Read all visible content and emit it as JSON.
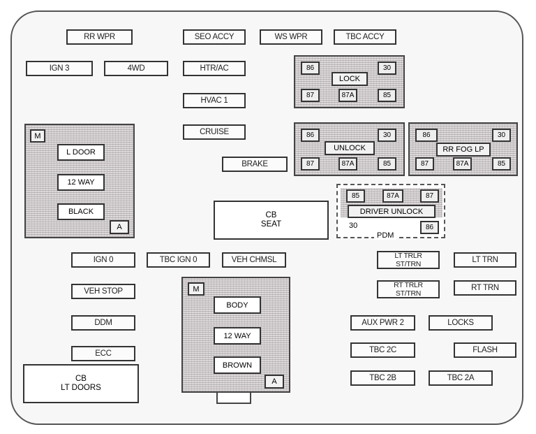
{
  "fuses": {
    "rr_wpr": "RR WPR",
    "seo_accy": "SEO ACCY",
    "ws_wpr": "WS WPR",
    "tbc_accy": "TBC ACCY",
    "ign3": "IGN 3",
    "fourwd": "4WD",
    "htr_ac": "HTR/AC",
    "hvac1": "HVAC 1",
    "cruise": "CRUISE",
    "brake": "BRAKE",
    "ign0": "IGN 0",
    "tbc_ign0": "TBC IGN 0",
    "veh_chmsl": "VEH CHMSL",
    "veh_stop": "VEH STOP",
    "ddm": "DDM",
    "ecc": "ECC",
    "lt_trlr": "LT TRLR\nST/TRN",
    "lt_trn": "LT TRN",
    "rt_trlr": "RT TRLR\nST/TRN",
    "rt_trn": "RT TRN",
    "aux_pwr2": "AUX PWR 2",
    "locks": "LOCKS",
    "tbc_2c": "TBC 2C",
    "flash": "FLASH",
    "tbc_2b": "TBC 2B",
    "tbc_2a": "TBC 2A"
  },
  "breakers": {
    "cb_seat": "CB\nSEAT",
    "cb_lt_doors": "CB\nLT DOORS"
  },
  "relays": {
    "lock": {
      "label": "LOCK",
      "pins": [
        "86",
        "30",
        "87",
        "87A",
        "85"
      ]
    },
    "unlock": {
      "label": "UNLOCK",
      "pins": [
        "86",
        "30",
        "87",
        "87A",
        "85"
      ]
    },
    "rr_fog": {
      "label": "RR FOG LP",
      "pins": [
        "86",
        "30",
        "87",
        "87A",
        "85"
      ]
    },
    "driver_unlock": {
      "label": "DRIVER UNLOCK",
      "pins": [
        "85",
        "87A",
        "87",
        "30",
        "86"
      ],
      "group": "PDM"
    }
  },
  "connectors": {
    "left": {
      "m": "M",
      "a": "A",
      "labels": [
        "L DOOR",
        "12 WAY",
        "BLACK"
      ]
    },
    "bottom": {
      "m": "M",
      "a": "A",
      "labels": [
        "BODY",
        "12 WAY",
        "BROWN"
      ]
    }
  }
}
